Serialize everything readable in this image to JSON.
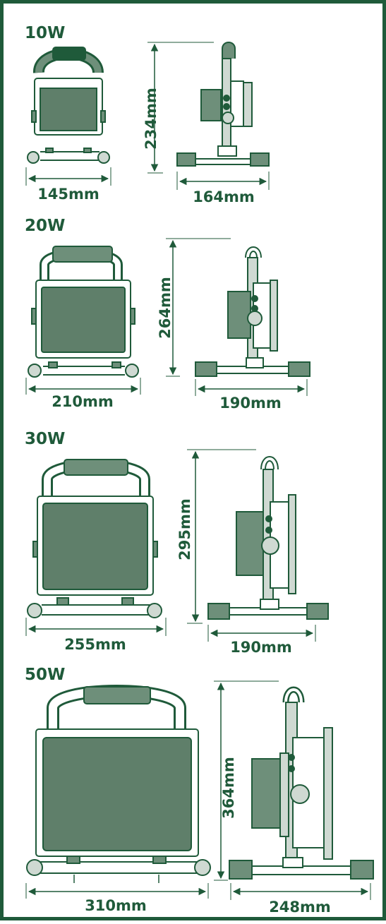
{
  "colors": {
    "outline": "#1f5a3a",
    "fill": "#6e8f7a",
    "light": "#cfd9d2",
    "accent": "#2f6d4a"
  },
  "sections": [
    {
      "label": "10W",
      "width": "145mm",
      "height": "234mm",
      "depth": "164mm"
    },
    {
      "label": "20W",
      "width": "210mm",
      "height": "264mm",
      "depth": "190mm"
    },
    {
      "label": "30W",
      "width": "255mm",
      "height": "295mm",
      "depth": "190mm"
    },
    {
      "label": "50W",
      "width": "310mm",
      "height": "364mm",
      "depth": "248mm"
    }
  ]
}
